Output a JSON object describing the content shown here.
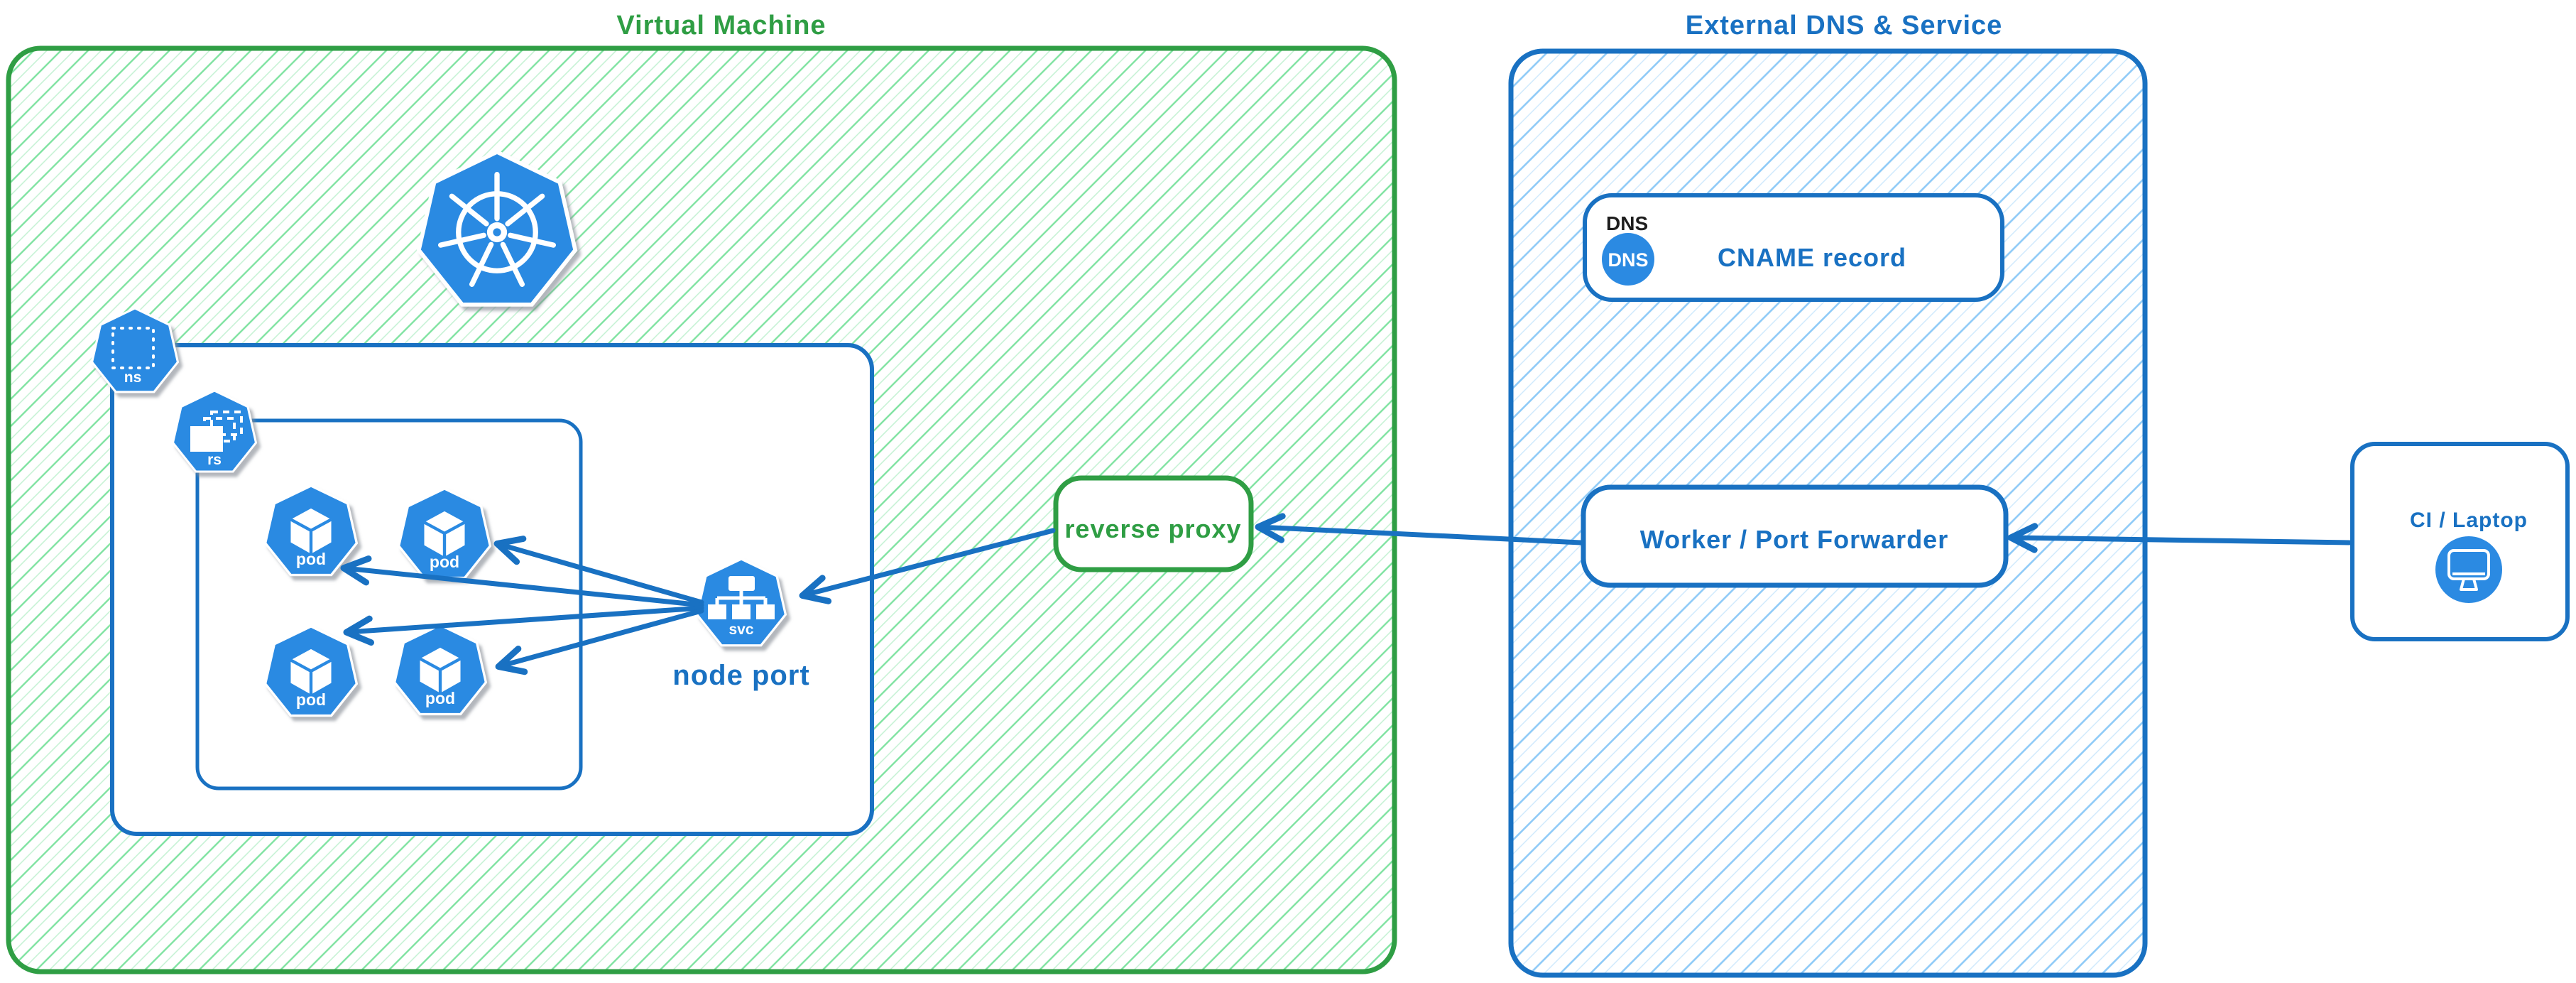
{
  "colors": {
    "green": "#2f9e44",
    "green_hatch": "#7ee2a0",
    "blue": "#1971c2",
    "blue_hatch": "#8ecaf7",
    "icon_blue": "#2b8ae2",
    "ink": "#1e1e1e",
    "white": "#ffffff"
  },
  "vm": {
    "title": "Virtual Machine",
    "node_port_label": "node port",
    "reverse_proxy_label": "reverse proxy"
  },
  "icons": {
    "kubernetes": "kubernetes-logo",
    "ns": "ns",
    "rs": "rs",
    "svc": "svc",
    "pod": "pod"
  },
  "external": {
    "title": "External DNS & Service",
    "dns_tag": "DNS",
    "dns_icon_label": "DNS",
    "cname_label": "CNAME record",
    "worker_label": "Worker / Port Forwarder"
  },
  "client": {
    "label": "CI / Laptop"
  },
  "connections": [
    {
      "from": "node-port-service",
      "to": "pod-1"
    },
    {
      "from": "node-port-service",
      "to": "pod-2"
    },
    {
      "from": "node-port-service",
      "to": "pod-3"
    },
    {
      "from": "node-port-service",
      "to": "pod-4"
    },
    {
      "from": "reverse-proxy",
      "to": "node-port-service"
    },
    {
      "from": "worker-port-forwarder",
      "to": "reverse-proxy"
    },
    {
      "from": "ci-laptop",
      "to": "worker-port-forwarder"
    }
  ]
}
